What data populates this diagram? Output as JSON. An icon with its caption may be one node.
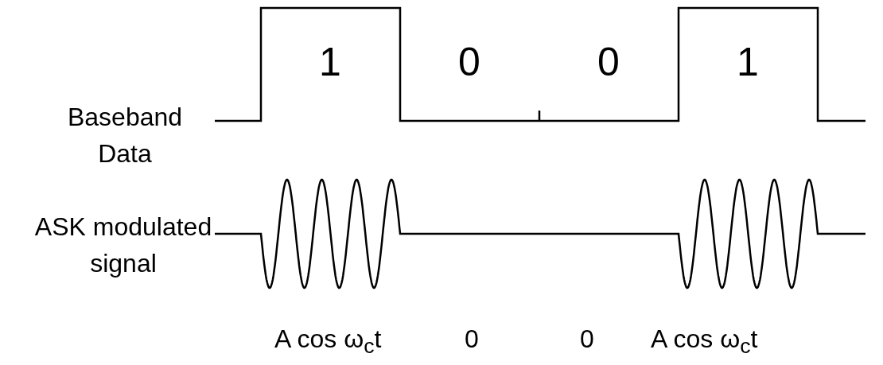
{
  "diagram": {
    "labels": [
      "1",
      "0",
      "0",
      "1",
      "Baseband Data",
      "ASK modulated signal",
      "A cos ω$_{c}$t",
      "0",
      "0",
      "A cos ω$_{c}$t"
    ]
  }
}
